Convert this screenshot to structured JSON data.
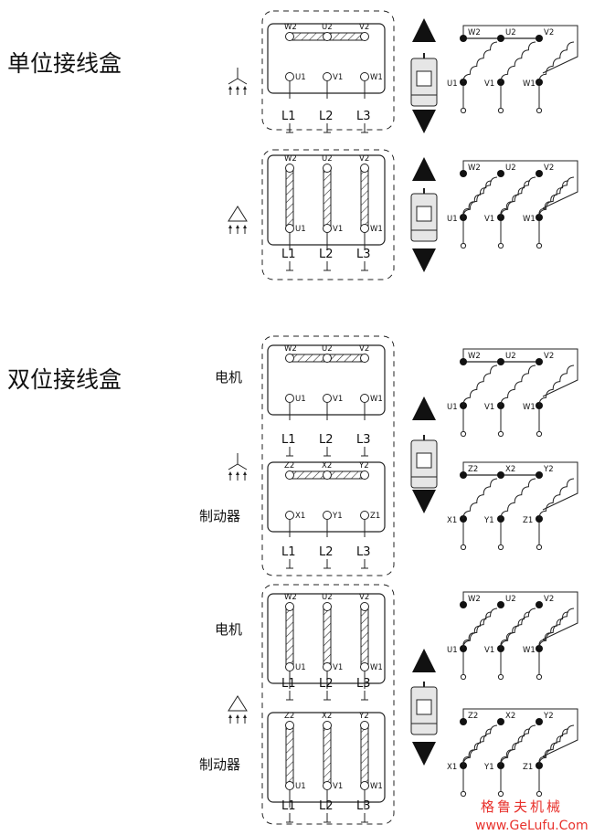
{
  "headings": {
    "single": "单位接线盒",
    "double": "双位接线盒"
  },
  "side_labels": {
    "motor": "电机",
    "brake": "制动器"
  },
  "terminals": {
    "motor_top": [
      "W2",
      "U2",
      "V2"
    ],
    "motor_bottom": [
      "U1",
      "V1",
      "W1"
    ],
    "brake_top": [
      "Z2",
      "X2",
      "Y2"
    ],
    "brake_bottom": [
      "X1",
      "Y1",
      "Z1"
    ]
  },
  "lines": [
    "L1",
    "L2",
    "L3"
  ],
  "watermark": {
    "cn": "格鲁夫机械",
    "url": "www.GeLufu.Com"
  },
  "colors": {
    "line": "#222222",
    "watermark": "#e8322d",
    "motor_fill": "#e6e6e6"
  },
  "icons": {
    "star": "star-connection-icon",
    "delta": "delta-connection-icon",
    "arrow_up": "arrow-up-icon",
    "arrow_down": "arrow-down-icon",
    "motor": "motor-icon"
  }
}
